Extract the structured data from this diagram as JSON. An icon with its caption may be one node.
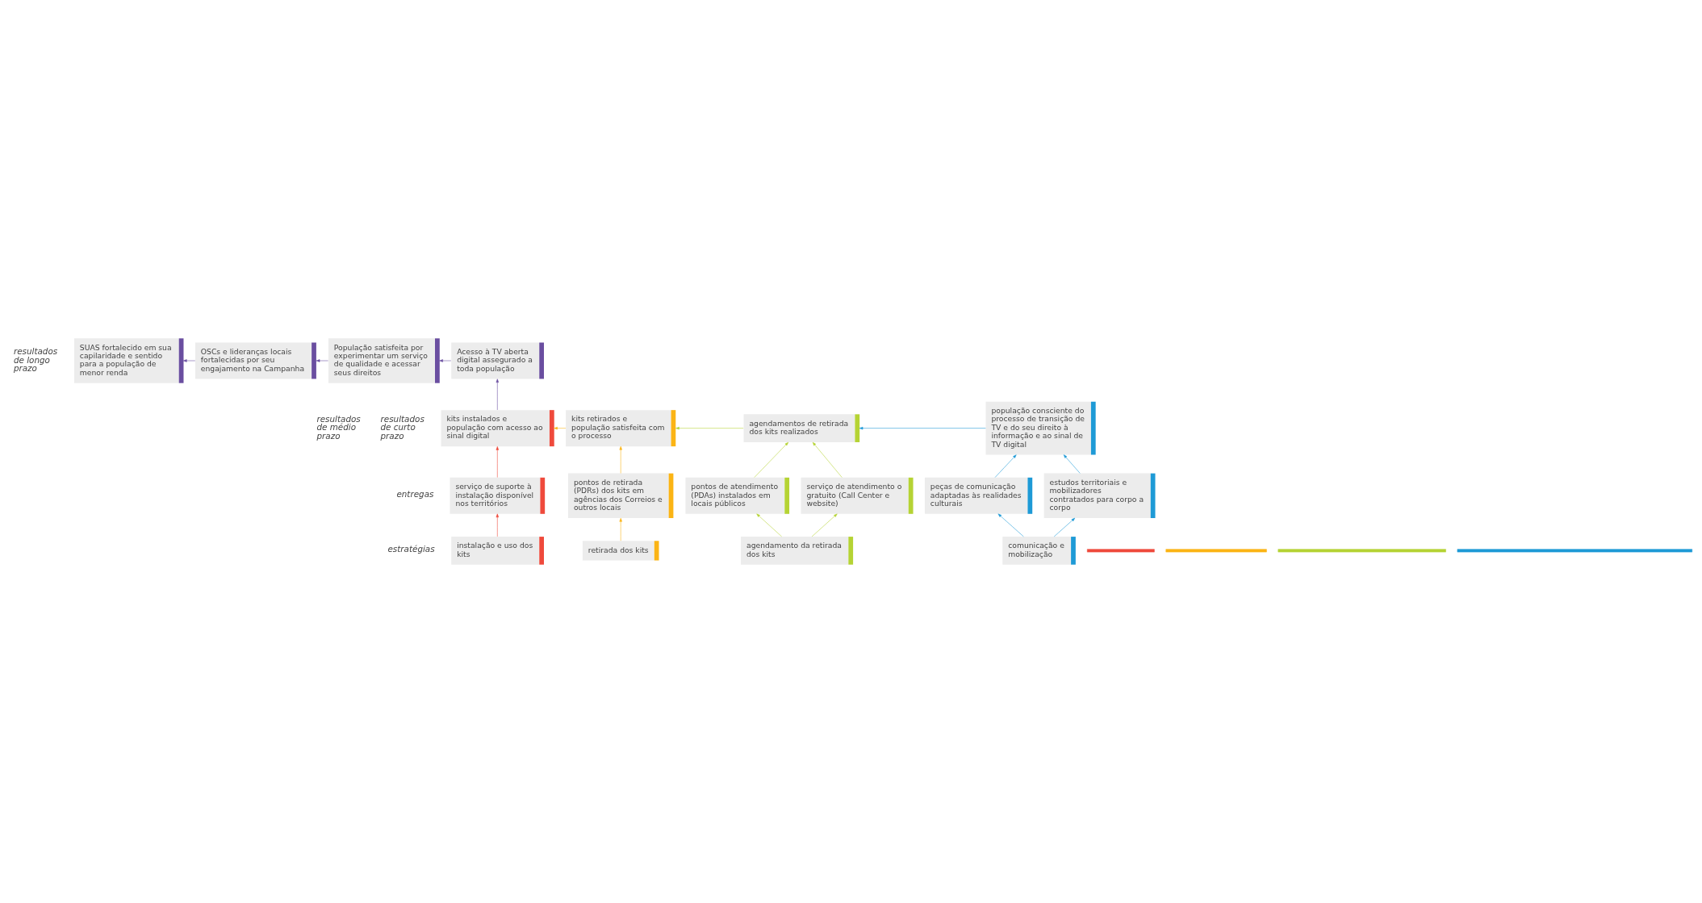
{
  "diagram": {
    "nodes": [
      {
        "text": [
          "SUAS fortalecido em sua capilaridade e sentido para a população de menor renda"
        ]
      },
      {
        "text": [
          "OSCs e lideranças locais fortalecidas por seu engajamento na Campanha"
        ]
      },
      {
        "text": [
          "População satisfeita por experimentar um serviço de qualidade e acessar seus direitos"
        ]
      },
      {
        "text": [
          "Acesso à TV aberta digital assegurado a toda população"
        ]
      },
      {
        "text": [
          "população consciente do processo de transição de TV e do seu direito à informação e ao sinal de TV digital"
        ]
      },
      {
        "text": [
          "agendamentos de retirada dos kits realizados"
        ]
      },
      {
        "text": [
          "kits retirados e população satisfeita com o processo"
        ]
      },
      {
        "text": [
          "kits instalados e população com acesso ao sinal digital"
        ]
      },
      {
        "text": [
          "peças de comunicação adaptadas às realidades culturais"
        ]
      },
      {
        "text": [
          "estudos territoriais e mobilizadores contratados para corpo a corpo"
        ]
      },
      {
        "text": [
          "pontos de atendimento (PDAs) instalados em locais públicos"
        ]
      },
      {
        "text": [
          "serviço de atendimento o gratuito (Call Center e website)"
        ]
      },
      {
        "text": [
          "pontos de retirada (PDRs) dos kits em agências dos Correios e outros locais"
        ]
      },
      {
        "text": [
          "serviço de suporte à instalação disponível nos territórios"
        ]
      },
      {
        "text": [
          "comunicação e mobilização"
        ]
      },
      {
        "text": [
          "agendamento da retirada dos kits"
        ]
      },
      {
        "text": [
          "retirada dos kits"
        ]
      },
      {
        "text": [
          "instalação e uso dos kits"
        ]
      },
      {
        "text": [],
        "shape": "bar"
      },
      {
        "text": [],
        "shape": "bar"
      },
      {
        "text": [],
        "shape": "bar"
      },
      {
        "text": [],
        "shape": "bar"
      }
    ],
    "edges": [
      {
        "from": 3,
        "to": 2,
        "arrow": "to",
        "color": "#6a4ea0"
      },
      {
        "from": 2,
        "to": 1,
        "arrow": "to",
        "color": "#6a4ea0"
      },
      {
        "from": 1,
        "to": 0,
        "arrow": "to",
        "color": "#6a4ea0"
      },
      {
        "from": 7,
        "to": 3,
        "arrow": "to",
        "color": "#6a4ea0"
      },
      {
        "from": 4,
        "to": 5,
        "arrow": "to",
        "color": "#1e9ad6"
      },
      {
        "from": 5,
        "to": 6,
        "arrow": "to",
        "color": "#b5d334"
      },
      {
        "from": 6,
        "to": 7,
        "arrow": "to",
        "color": "#fbb415"
      },
      {
        "from": 8,
        "to": 4,
        "arrow": "to",
        "color": "#1e9ad6"
      },
      {
        "from": 9,
        "to": 4,
        "arrow": "to",
        "color": "#1e9ad6"
      },
      {
        "from": 10,
        "to": 5,
        "arrow": "to",
        "color": "#b5d334"
      },
      {
        "from": 11,
        "to": 5,
        "arrow": "to",
        "color": "#b5d334"
      },
      {
        "from": 12,
        "to": 6,
        "arrow": "to",
        "color": "#fbb415"
      },
      {
        "from": 13,
        "to": 7,
        "arrow": "to",
        "color": "#ef4a3c"
      },
      {
        "from": 14,
        "to": 8,
        "arrow": "to",
        "color": "#1e9ad6"
      },
      {
        "from": 14,
        "to": 9,
        "arrow": "to",
        "color": "#1e9ad6"
      },
      {
        "from": 15,
        "to": 10,
        "arrow": "to",
        "color": "#b5d334"
      },
      {
        "from": 15,
        "to": 11,
        "arrow": "to",
        "color": "#b5d334"
      },
      {
        "from": 16,
        "to": 12,
        "arrow": "to",
        "color": "#fbb415"
      },
      {
        "from": 17,
        "to": 13,
        "arrow": "to",
        "color": "#ef4a3c"
      }
    ],
    "labels": [
      "resultados de longo prazo",
      "resultados de médio prazo",
      "resultados de curto prazo",
      "entregas",
      "estratégias"
    ]
  }
}
